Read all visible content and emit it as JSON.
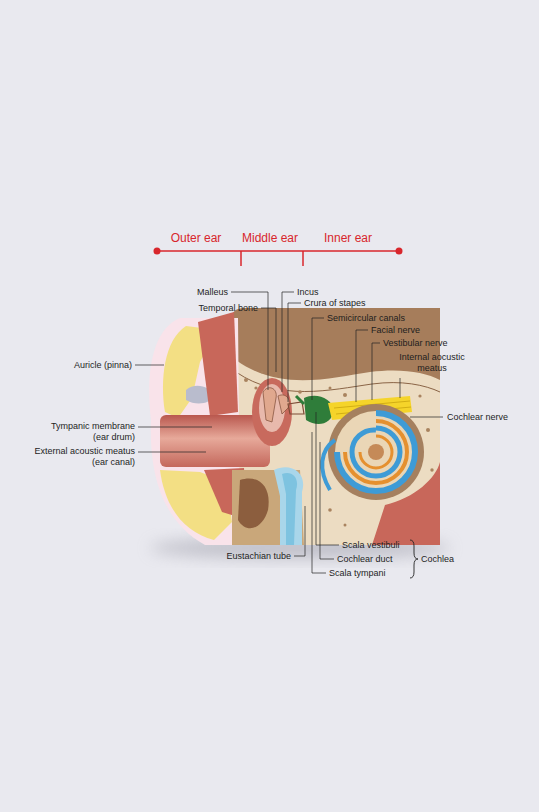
{
  "diagram": {
    "labels": [
      "Outer ear",
      "Middle ear",
      "Inner ear",
      "Malleus",
      "Incus",
      "Temporal bone",
      "Crura of stapes",
      "Semicircular canals",
      "Facial nerve",
      "Vestibular nerve",
      "Internal aocustic meatus",
      "Auricle (pinna)",
      "Cochlear nerve",
      "Tympanic membrane (ear drum)",
      "External acoustic meatus (ear canal)",
      "Eustachian tube",
      "Scala vestibuli",
      "Cochlear duct",
      "Scala tympani",
      "Cochlea"
    ]
  }
}
